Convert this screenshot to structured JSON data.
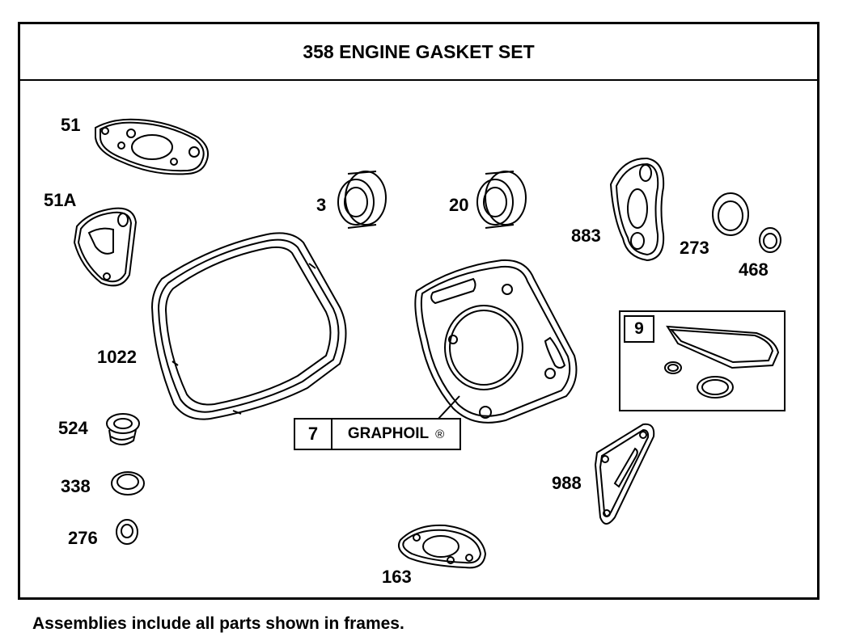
{
  "title": "358 ENGINE GASKET SET",
  "footer": "Assemblies include all parts shown in frames.",
  "labels": {
    "p51": "51",
    "p51a": "51A",
    "p3": "3",
    "p20": "20",
    "p883": "883",
    "p273": "273",
    "p468": "468",
    "p1022": "1022",
    "p524": "524",
    "p338": "338",
    "p276": "276",
    "p988": "988",
    "p163": "163"
  },
  "frame7": {
    "number": "7",
    "text": "GRAPHOIL",
    "mark": "®"
  },
  "frame9": {
    "number": "9"
  }
}
